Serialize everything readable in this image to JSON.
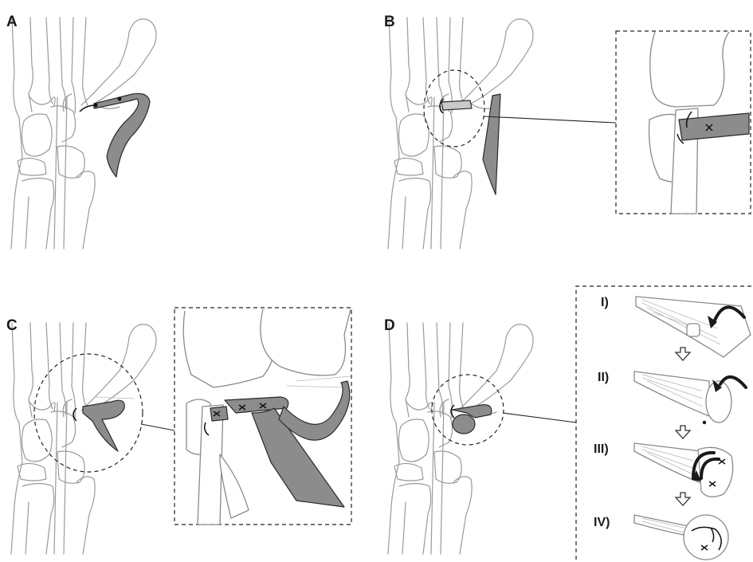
{
  "panels": [
    {
      "label": "A"
    },
    {
      "label": "B"
    },
    {
      "label": "C"
    },
    {
      "label": "D"
    }
  ],
  "steps": [
    {
      "label": "I)"
    },
    {
      "label": "II)"
    },
    {
      "label": "III)"
    },
    {
      "label": "IV)"
    }
  ]
}
